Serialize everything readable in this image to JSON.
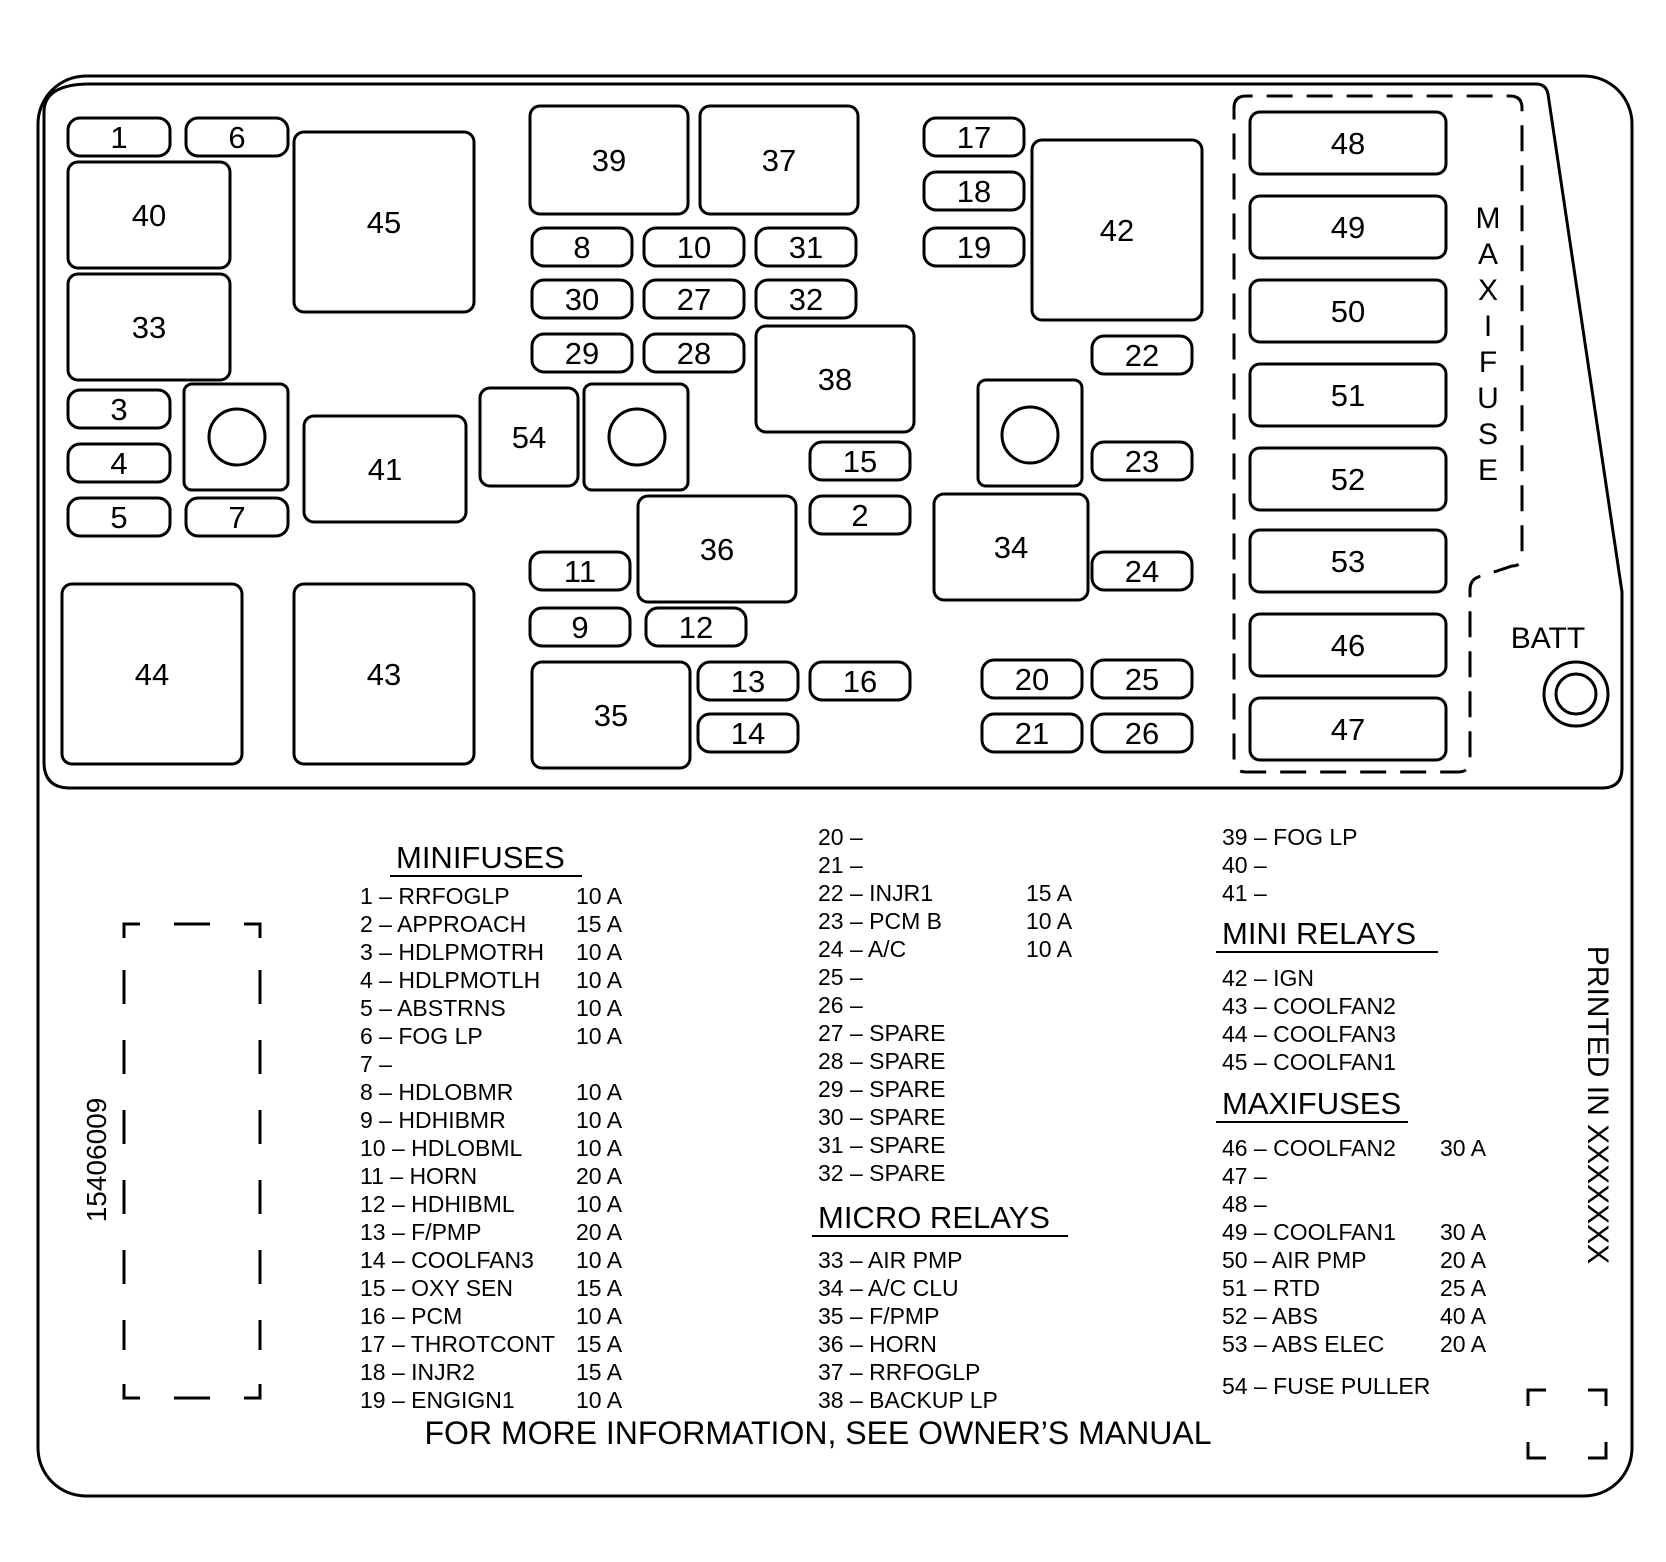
{
  "diagram": {
    "fuse_numbers": [
      "1",
      "6",
      "40",
      "33",
      "45",
      "39",
      "37",
      "8",
      "10",
      "31",
      "30",
      "27",
      "32",
      "29",
      "28",
      "38",
      "17",
      "18",
      "19",
      "42",
      "22",
      "3",
      "4",
      "5",
      "7",
      "41",
      "54",
      "15",
      "23",
      "2",
      "36",
      "34",
      "24",
      "11",
      "9",
      "12",
      "44",
      "43",
      "35",
      "13",
      "14",
      "16",
      "20",
      "25",
      "21",
      "26",
      "48",
      "49",
      "50",
      "51",
      "52",
      "53",
      "46",
      "47"
    ],
    "maxi_fuse_label": [
      "M",
      "A",
      "X",
      "I",
      "F",
      "U",
      "S",
      "E"
    ],
    "batt_label": "BATT"
  },
  "legend": {
    "minifuses_heading": "MINIFUSES",
    "col1": [
      [
        "1 – RRFOGLP",
        "10 A"
      ],
      [
        "2 – APPROACH",
        "15 A"
      ],
      [
        "3 – HDLPMOTRH",
        "10 A"
      ],
      [
        "4 – HDLPMOTLH",
        "10 A"
      ],
      [
        "5 – ABSTRNS",
        "10 A"
      ],
      [
        "6 – FOG LP",
        "10 A"
      ],
      [
        "7 –",
        ""
      ],
      [
        "8 – HDLOBMR",
        "10 A"
      ],
      [
        "9 – HDHIBMR",
        "10 A"
      ],
      [
        "10 – HDLOBML",
        "10 A"
      ],
      [
        "11 – HORN",
        "20 A"
      ],
      [
        "12 – HDHIBML",
        "10 A"
      ],
      [
        "13 – F/PMP",
        "20 A"
      ],
      [
        "14 – COOLFAN3",
        "10 A"
      ],
      [
        "15 – OXY SEN",
        "15 A"
      ],
      [
        "16 – PCM",
        "10 A"
      ],
      [
        "17 – THROTCONT",
        "15 A"
      ],
      [
        "18 – INJR2",
        "15 A"
      ],
      [
        "19 – ENGIGN1",
        "10 A"
      ]
    ],
    "col2": [
      [
        "20 –",
        ""
      ],
      [
        "21 –",
        ""
      ],
      [
        "22 – INJR1",
        "15 A"
      ],
      [
        "23 – PCM B",
        "10 A"
      ],
      [
        "24 – A/C",
        "10 A"
      ],
      [
        "25 –",
        ""
      ],
      [
        "26 –",
        ""
      ],
      [
        "27 – SPARE",
        ""
      ],
      [
        "28 – SPARE",
        ""
      ],
      [
        "29 – SPARE",
        ""
      ],
      [
        "30 – SPARE",
        ""
      ],
      [
        "31 – SPARE",
        ""
      ],
      [
        "32 – SPARE",
        ""
      ]
    ],
    "micro_relays_heading": "MICRO RELAYS",
    "col2_relays": [
      "33 – AIR PMP",
      "34 – A/C CLU",
      "35 – F/PMP",
      "36 – HORN",
      "37 – RRFOGLP",
      "38 – BACKUP LP"
    ],
    "col3_top": [
      "39 – FOG LP",
      "40 –",
      "41 –"
    ],
    "mini_relays_heading": "MINI RELAYS",
    "col3_mini": [
      "42 – IGN",
      "43 – COOLFAN2",
      "44 – COOLFAN3",
      "45 – COOLFAN1"
    ],
    "maxifuses_heading": "MAXIFUSES",
    "col3_maxi": [
      [
        "46 – COOLFAN2",
        "30 A"
      ],
      [
        "47 –",
        ""
      ],
      [
        "48 –",
        ""
      ],
      [
        "49 – COOLFAN1",
        "30 A"
      ],
      [
        "50 – AIR PMP",
        "20 A"
      ],
      [
        "51 – RTD",
        "25 A"
      ],
      [
        "52 – ABS",
        "40 A"
      ],
      [
        "53 – ABS ELEC",
        "20 A"
      ]
    ],
    "col3_last": "54 – FUSE PULLER"
  },
  "footer": "FOR MORE INFORMATION, SEE OWNER’S MANUAL",
  "part_number": "15406009",
  "printed_in": "PRINTED IN XXXXXXX"
}
